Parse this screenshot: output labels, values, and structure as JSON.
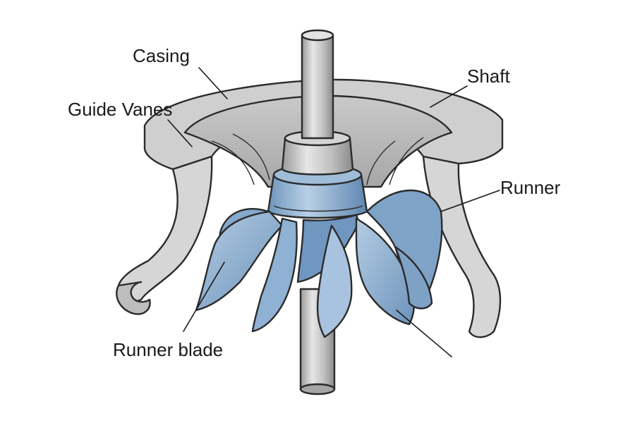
{
  "labels": {
    "casing": "Casing",
    "guide_vanes": "Guide Vanes",
    "shaft": "Shaft",
    "runner": "Runner",
    "runner_blade": "Runner blade"
  },
  "colors": {
    "metal_light": "#d9d9d9",
    "metal_mid": "#bdbdbd",
    "metal_dark": "#8f8f8f",
    "blade_light": "#a9c4de",
    "blade_mid": "#7fa3c7",
    "blade_dark": "#5b82ab",
    "outline": "#2b2b2b"
  }
}
